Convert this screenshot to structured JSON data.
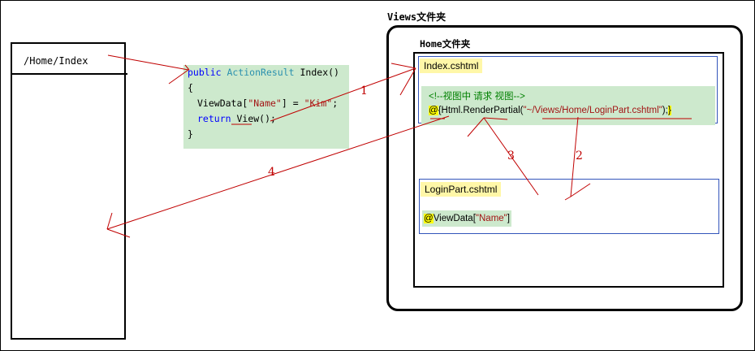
{
  "browser": {
    "url": "/Home/Index"
  },
  "controller_code": {
    "line1": {
      "kw": "public",
      "type": "ActionResult",
      "rest": " Index()"
    },
    "line2": "{",
    "line3": {
      "pre": "ViewData[",
      "key": "\"Name\"",
      "mid": "] = ",
      "val": "\"Kim\"",
      "end": ";"
    },
    "line4": {
      "kw": "return",
      "rest": " View();"
    },
    "line5": "}"
  },
  "views_folder": {
    "label": "Views文件夹"
  },
  "home_folder": {
    "label": "Home文件夹"
  },
  "index_view": {
    "filename": "Index.cshtml",
    "comment": "<!--视图中 请求 视图-->",
    "at": "@",
    "call_pre": "{Html.RenderPartial(",
    "call_path": "\"~/Views/Home/LoginPart.cshtml\"",
    "call_end": ");",
    "close": "}"
  },
  "login_view": {
    "filename": "LoginPart.cshtml",
    "at": "@",
    "code_pre": "ViewData[",
    "code_key": "\"Name\"",
    "code_end": "]"
  },
  "steps": {
    "s1": "1",
    "s2": "2",
    "s3": "3",
    "s4": "4"
  },
  "colors": {
    "arrow": "#c00000",
    "code_bg": "#cde9cd",
    "tab_bg": "#fff7a8",
    "view_border": "#3355bb"
  }
}
